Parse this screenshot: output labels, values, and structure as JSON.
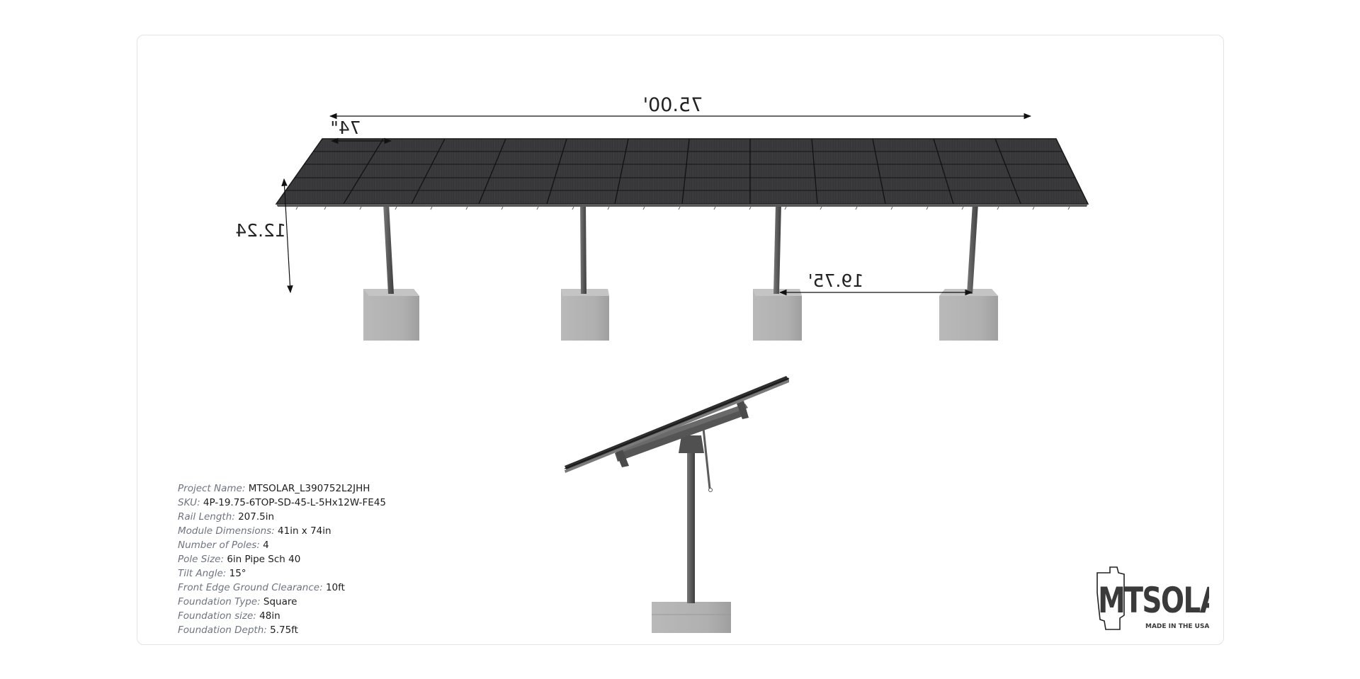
{
  "drawing": {
    "dimensions": {
      "overall_length": "75.00'",
      "module_length": "74\"",
      "height": "12.24",
      "pole_spacing": "19.75'"
    }
  },
  "specs": [
    {
      "label": "Project Name:",
      "value": "MTSOLAR_L390752L2JHH"
    },
    {
      "label": "SKU:",
      "value": "4P-19.75-6TOP-SD-45-L-5Hx12W-FE45"
    },
    {
      "label": "Rail Length:",
      "value": "207.5in"
    },
    {
      "label": "Module Dimensions:",
      "value": "41in x 74in"
    },
    {
      "label": "Number of Poles:",
      "value": "4"
    },
    {
      "label": "Pole Size:",
      "value": "6in Pipe Sch 40"
    },
    {
      "label": "Tilt Angle:",
      "value": "15°"
    },
    {
      "label": "Front Edge Ground Clearance:",
      "value": "10ft"
    },
    {
      "label": "Foundation Type:",
      "value": "Square"
    },
    {
      "label": "Foundation size:",
      "value": "48in"
    },
    {
      "label": "Foundation Depth:",
      "value": "5.75ft"
    }
  ],
  "logo": {
    "brand": "MTSOLAR",
    "tagline": "MADE IN THE USA"
  },
  "colors": {
    "panel": "#3b3b3d",
    "panel_grid": "#151515",
    "pole": "#5e5e5e",
    "concrete": "#b4b4b4",
    "border": "#e3e3e3",
    "label": "#6f7480"
  }
}
